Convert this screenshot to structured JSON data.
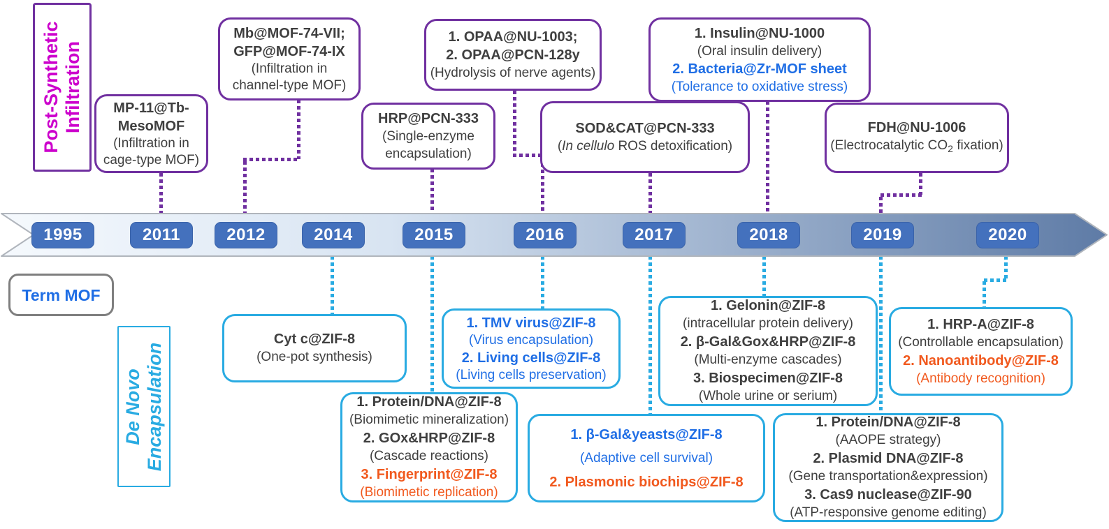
{
  "colors": {
    "purple_border": "#7030a0",
    "magenta_label": "#cc00cc",
    "cyan_border": "#29abe2",
    "blue_text": "#1f6ee5",
    "orange_text": "#f1591e",
    "dark_text": "#3f3f3f",
    "year_chip_blue": "#4471bd"
  },
  "labels": {
    "post_synthetic": {
      "line1": "Post-Synthetic",
      "line2": "Infiltration"
    },
    "de_novo": {
      "line1": "De Novo",
      "line2": "Encapsulation"
    },
    "term_mof": "Term MOF"
  },
  "timeline": {
    "years": [
      "1995",
      "2011",
      "2012",
      "2014",
      "2015",
      "2016",
      "2017",
      "2018",
      "2019",
      "2020"
    ]
  },
  "events_top": {
    "mp11": {
      "lines": [
        "MP-11@Tb-",
        "MesoMOF",
        "(Infiltration in",
        "cage-type MOF)"
      ]
    },
    "mb": {
      "lines": [
        "Mb@MOF-74-VII;",
        "GFP@MOF-74-IX",
        "(Infiltration in",
        "channel-type MOF)"
      ]
    },
    "hrp": {
      "lines": [
        "HRP@PCN-333",
        "(Single-enzyme",
        "encapsulation)"
      ]
    },
    "opaa": {
      "lines": [
        "1. OPAA@NU-1003;",
        "2. OPAA@PCN-128y",
        "(Hydrolysis of nerve agents)"
      ]
    },
    "sod": {
      "line1": "SOD&CAT@PCN-333",
      "line2_open": "(",
      "line2_italic": "In cellulo",
      "line2_rest": " ROS detoxification)"
    },
    "insulin": {
      "lines": [
        "1. Insulin@NU-1000",
        "(Oral insulin delivery)",
        "2. Bacteria@Zr-MOF sheet",
        "(Tolerance to oxidative stress)"
      ]
    },
    "fdh": {
      "line1": "FDH@NU-1006",
      "line2_pre": "(Electrocatalytic CO",
      "line2_sub": "2",
      "line2_rest": " fixation)"
    }
  },
  "events_bottom": {
    "cytc": {
      "lines": [
        "Cyt c@ZIF-8",
        "(One-pot synthesis)"
      ]
    },
    "tmv": {
      "lines": [
        "1. TMV virus@ZIF-8",
        "(Virus encapsulation)",
        "2. Living cells@ZIF-8",
        "(Living cells preservation)"
      ]
    },
    "pdna2015": {
      "lines": [
        "1. Protein/DNA@ZIF-8",
        "(Biomimetic mineralization)",
        "2. GOx&HRP@ZIF-8",
        "(Cascade reactions)",
        "3. Fingerprint@ZIF-8",
        "(Biomimetic replication)"
      ]
    },
    "yeasts": {
      "lines": [
        "1. β-Gal&yeasts@ZIF-8",
        "(Adaptive cell survival)",
        "2. Plasmonic biochips@ZIF-8"
      ]
    },
    "gelonin": {
      "lines": [
        "1. Gelonin@ZIF-8",
        "(intracellular protein delivery)",
        "2. β-Gal&Gox&HRP@ZIF-8",
        "(Multi-enzyme cascades)",
        "3. Biospecimen@ZIF-8",
        "(Whole urine or serium)"
      ]
    },
    "pdna2019": {
      "lines": [
        "1. Protein/DNA@ZIF-8",
        "(AAOPE strategy)",
        "2. Plasmid DNA@ZIF-8",
        "(Gene transportation&expression)",
        "3. Cas9 nuclease@ZIF-90",
        "(ATP-responsive genome editing)"
      ]
    },
    "hrpa": {
      "lines": [
        "1. HRP-A@ZIF-8",
        "(Controllable encapsulation)",
        "2. Nanoantibody@ZIF-8",
        "(Antibody recognition)"
      ]
    }
  }
}
